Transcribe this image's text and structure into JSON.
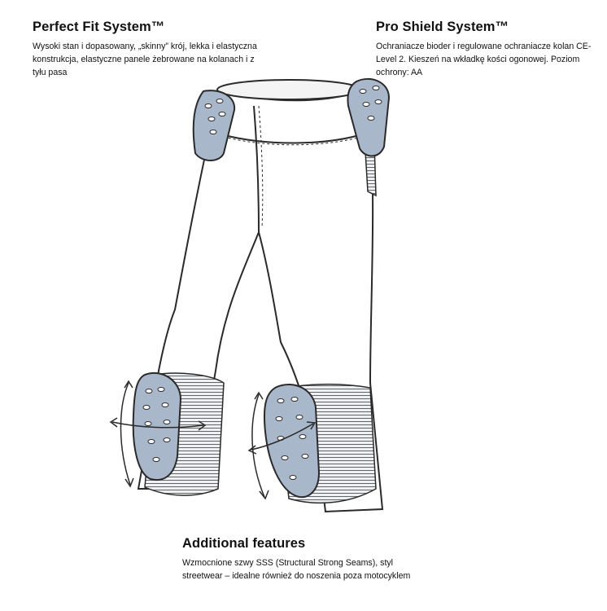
{
  "perfect_fit": {
    "title": "Perfect Fit System™",
    "description": "Wysoki stan i dopasowany, „skinny” krój, lekka i elastyczna konstrukcja, elastyczne panele żebrowane na kolanach i z tyłu pasa"
  },
  "pro_shield": {
    "title": "Pro Shield System™",
    "description": "Ochraniacze bioder i regulowane ochraniacze kolan CE-Level 2. Kieszeń na wkładkę kości ogonowej. Poziom ochrony: AA"
  },
  "additional": {
    "title": "Additional features",
    "description": "Wzmocnione szwy SSS (Structural Strong Seams), styl streetwear – idealne również do noszenia poza motocyklem"
  },
  "colors": {
    "protector": "#a9b7cb",
    "outline": "#2a2a2a",
    "fabric": "#ffffff",
    "rib": "#d7dadf"
  }
}
